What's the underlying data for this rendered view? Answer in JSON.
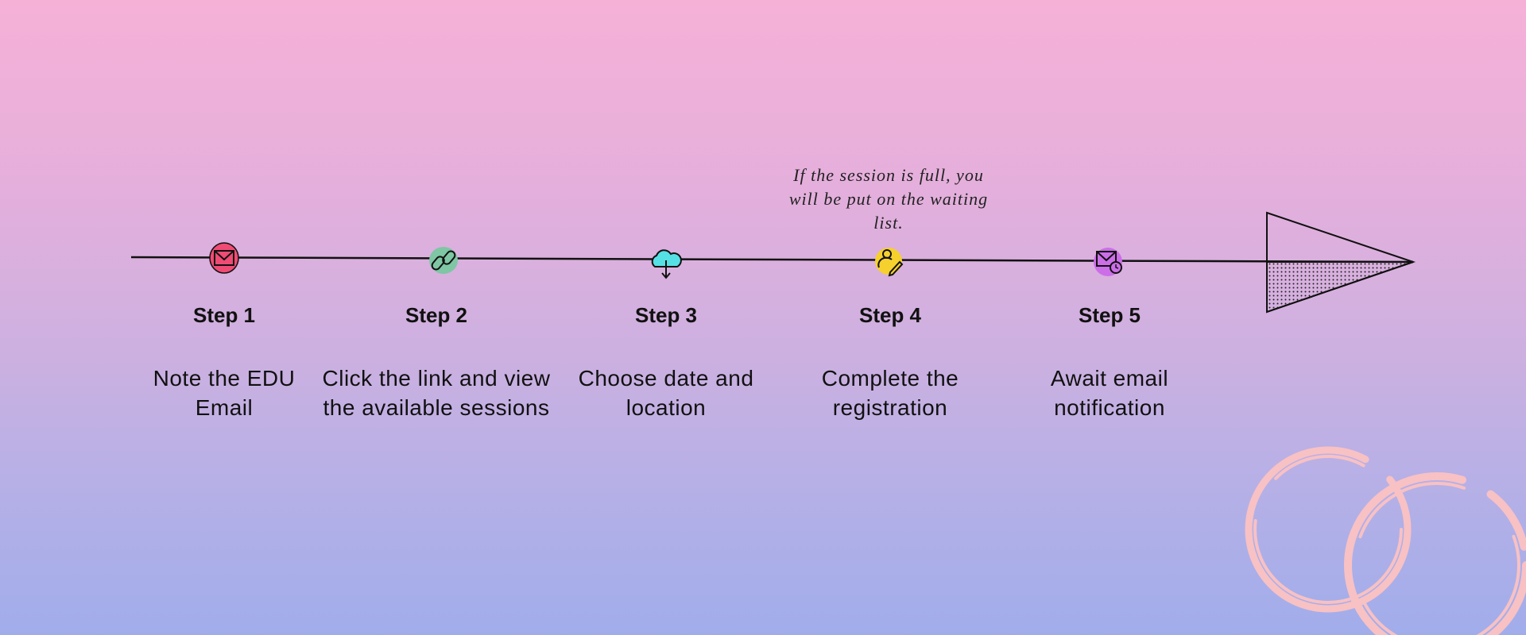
{
  "note": "If the session is full, you will be put on the waiting list.",
  "steps": [
    {
      "label": "Step 1",
      "desc": "Note the EDU Email",
      "icon": "mail-icon",
      "color": "#ef4b74"
    },
    {
      "label": "Step 2",
      "desc": "Click the link and view the available sessions",
      "icon": "link-icon",
      "color": "#7fc6a4"
    },
    {
      "label": "Step 3",
      "desc": "Choose date and location",
      "icon": "cloud-download-icon",
      "color": "#55e0e6"
    },
    {
      "label": "Step 4",
      "desc": "Complete the registration",
      "icon": "user-edit-icon",
      "color": "#f6d02c"
    },
    {
      "label": "Step 5",
      "desc": "Await email notification",
      "icon": "mail-clock-icon",
      "color": "#cc6ee8"
    }
  ]
}
